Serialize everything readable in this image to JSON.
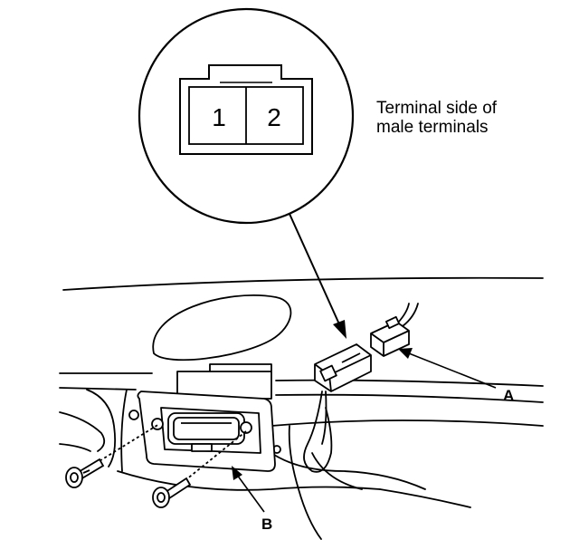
{
  "detail_view": {
    "caption_line1": "Terminal side of",
    "caption_line2": "male terminals",
    "pins": [
      "1",
      "2"
    ]
  },
  "callouts": {
    "a": "A",
    "b": "B"
  },
  "colors": {
    "ink": "#000000",
    "paper": "#ffffff"
  }
}
